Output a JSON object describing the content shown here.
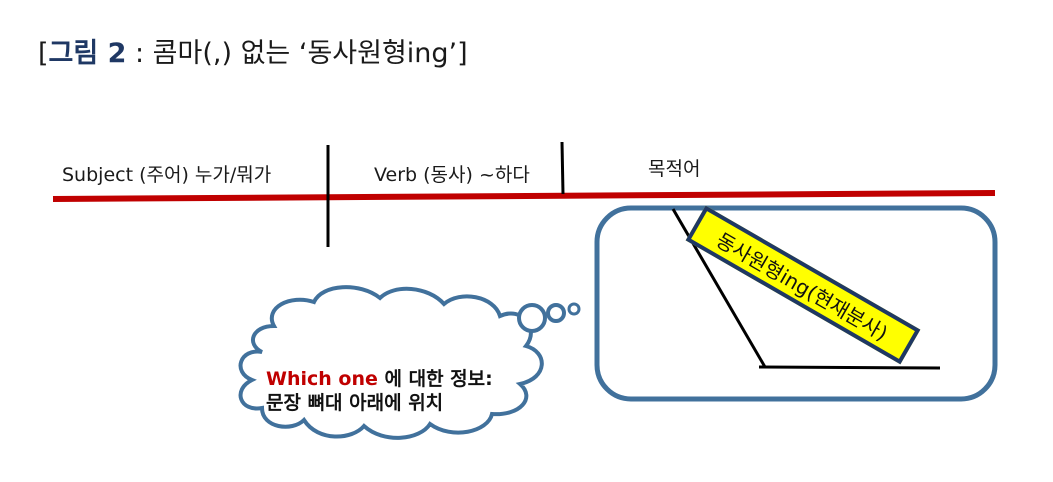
{
  "title": {
    "open_bracket": "[",
    "figure_label": "그림 2",
    "rest": " : 콤마(,) 없는 ‘동사원형ing’]"
  },
  "sentence_frame": {
    "subject_label": "Subject (주어) 누가/뭐가",
    "verb_label": "Verb (동사) ~하다",
    "object_label": "목적어"
  },
  "modifier": {
    "ribbon_text": "동사원형ing(현재분사)"
  },
  "thought_cloud": {
    "highlight": "Which one",
    "line1_rest": " 에 대한 정보:",
    "line2": "문장 뼈대 아래에 위치"
  },
  "colors": {
    "baseline_red": "#c00000",
    "box_blue": "#41719c",
    "title_navy": "#1f3864",
    "ribbon_yellow": "#ffff00",
    "highlight_red": "#c00000"
  }
}
